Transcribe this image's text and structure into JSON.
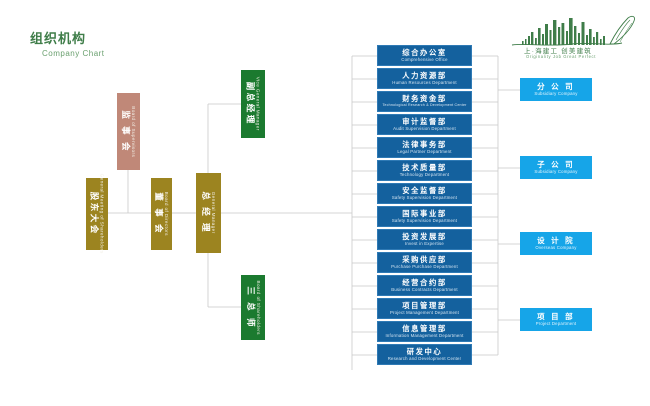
{
  "page": {
    "title_cn": "组织机构",
    "title_en": "Company Chart",
    "accent_green": "#3f7d49",
    "background": "#ffffff"
  },
  "logo": {
    "name": "company-skyline-logo",
    "text_cn": "上·海建工  创美建筑",
    "text_en": "Originality Job   Great Perfect",
    "color": "#3f7d49"
  },
  "governance": [
    {
      "key": "supervisors",
      "cn": "监 事 会",
      "en": "Board of Supervisors",
      "color": "#c08878",
      "style": "salmon"
    },
    {
      "key": "shareholders",
      "cn": "股东大会",
      "en": "General Meeting of Shareholders",
      "color": "#9c8420",
      "style": "olive"
    },
    {
      "key": "directors",
      "cn": "董 事 会",
      "en": "Board of Directors",
      "color": "#9c8420",
      "style": "olive"
    },
    {
      "key": "general-manager",
      "cn": "总 经 理",
      "en": "General Manager",
      "color": "#9c8420",
      "style": "olive"
    },
    {
      "key": "vice-general-manager",
      "cn": "副总经理",
      "en": "Vice General Manager",
      "color": "#1b7a2f",
      "style": "green"
    },
    {
      "key": "three-chief-engineers",
      "cn": "三 总 师",
      "en": "Board of Shareholders",
      "color": "#1b7a2f",
      "style": "green"
    }
  ],
  "departments": [
    {
      "cn": "综合办公室",
      "en": "Comprehensive Office"
    },
    {
      "cn": "人力资源部",
      "en": "Human Resources Department"
    },
    {
      "cn": "财务资金部",
      "en": "Technological Research & Development Center"
    },
    {
      "cn": "审计监督部",
      "en": "Audit Supervision Department"
    },
    {
      "cn": "法律事务部",
      "en": "Legal Partner Department"
    },
    {
      "cn": "技术质量部",
      "en": "Technology Department"
    },
    {
      "cn": "安全监督部",
      "en": "Safety Supervision Department"
    },
    {
      "cn": "国际事业部",
      "en": "Safety Supervision Department"
    },
    {
      "cn": "投资发展部",
      "en": "Invest in Expertise"
    },
    {
      "cn": "采购供应部",
      "en": "Purchase Purchase Department"
    },
    {
      "cn": "经营合约部",
      "en": "Business Contracts Department"
    },
    {
      "cn": "项目管理部",
      "en": "Project Management Department"
    },
    {
      "cn": "信息管理部",
      "en": "Information Management Department"
    },
    {
      "cn": "研发中心",
      "en": "Research and Development Center"
    }
  ],
  "subsidiaries": [
    {
      "cn": "分 公 司",
      "en": "Subsidiary Company"
    },
    {
      "cn": "子 公 司",
      "en": "Subsidiary Company"
    },
    {
      "cn": "设 计 院",
      "en": "Overseas Company"
    },
    {
      "cn": "项 目 部",
      "en": "Project Department"
    }
  ],
  "theme": {
    "dept_color": "#14619e",
    "subsid_color": "#16a5e8",
    "wire_color": "#c9c9c9"
  }
}
